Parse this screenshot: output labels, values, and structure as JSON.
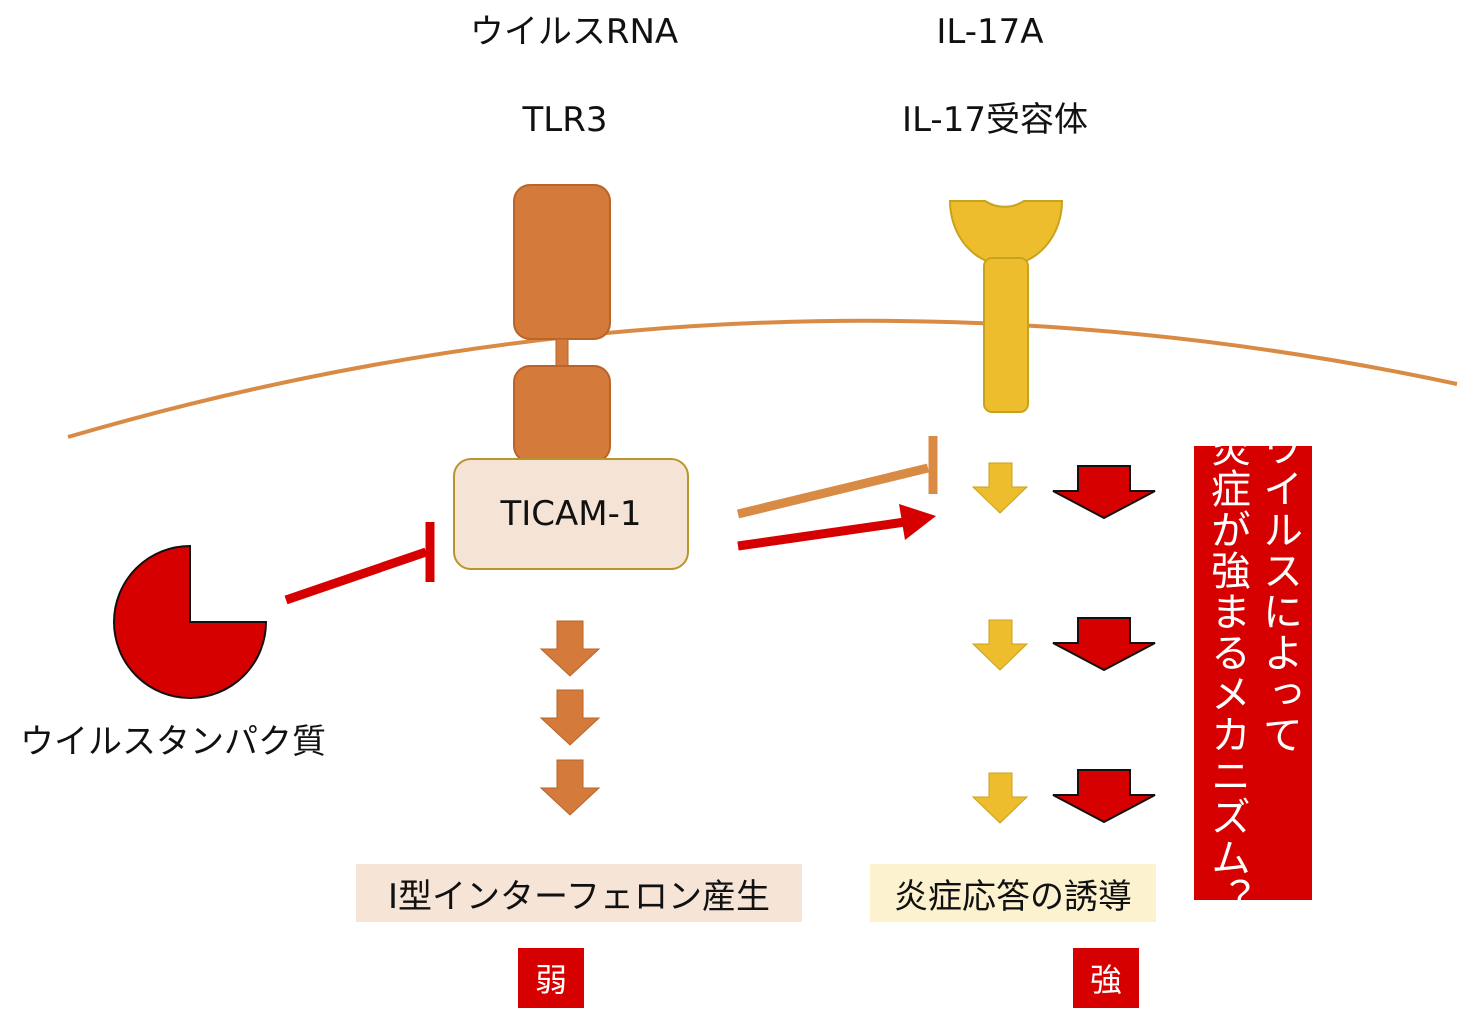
{
  "labels": {
    "viral_rna": "ウイルスRNA",
    "il17a": "IL-17A",
    "tlr3": "TLR3",
    "il17_receptor": "IL-17受容体",
    "ticam1": "TICAM-1",
    "viral_protein": "ウイルスタンパク質",
    "ifn_production": "I型インターフェロン産生",
    "inflammation_induction": "炎症応答の誘導",
    "weak": "弱",
    "strong": "強",
    "mechanism": "ウイルスによって\n炎症が強まるメカニズム？"
  },
  "colors": {
    "tlr3": "#d47a3a",
    "tlr3_border": "#b8642a",
    "receptor": "#eebd2e",
    "receptor_border": "#c9a21c",
    "membrane": "#d98a45",
    "red": "#d60000",
    "ticam_fill": "#f5e4d6",
    "ifn_fill": "#f6e4d7",
    "inflammation_fill": "#fdf2cf"
  }
}
